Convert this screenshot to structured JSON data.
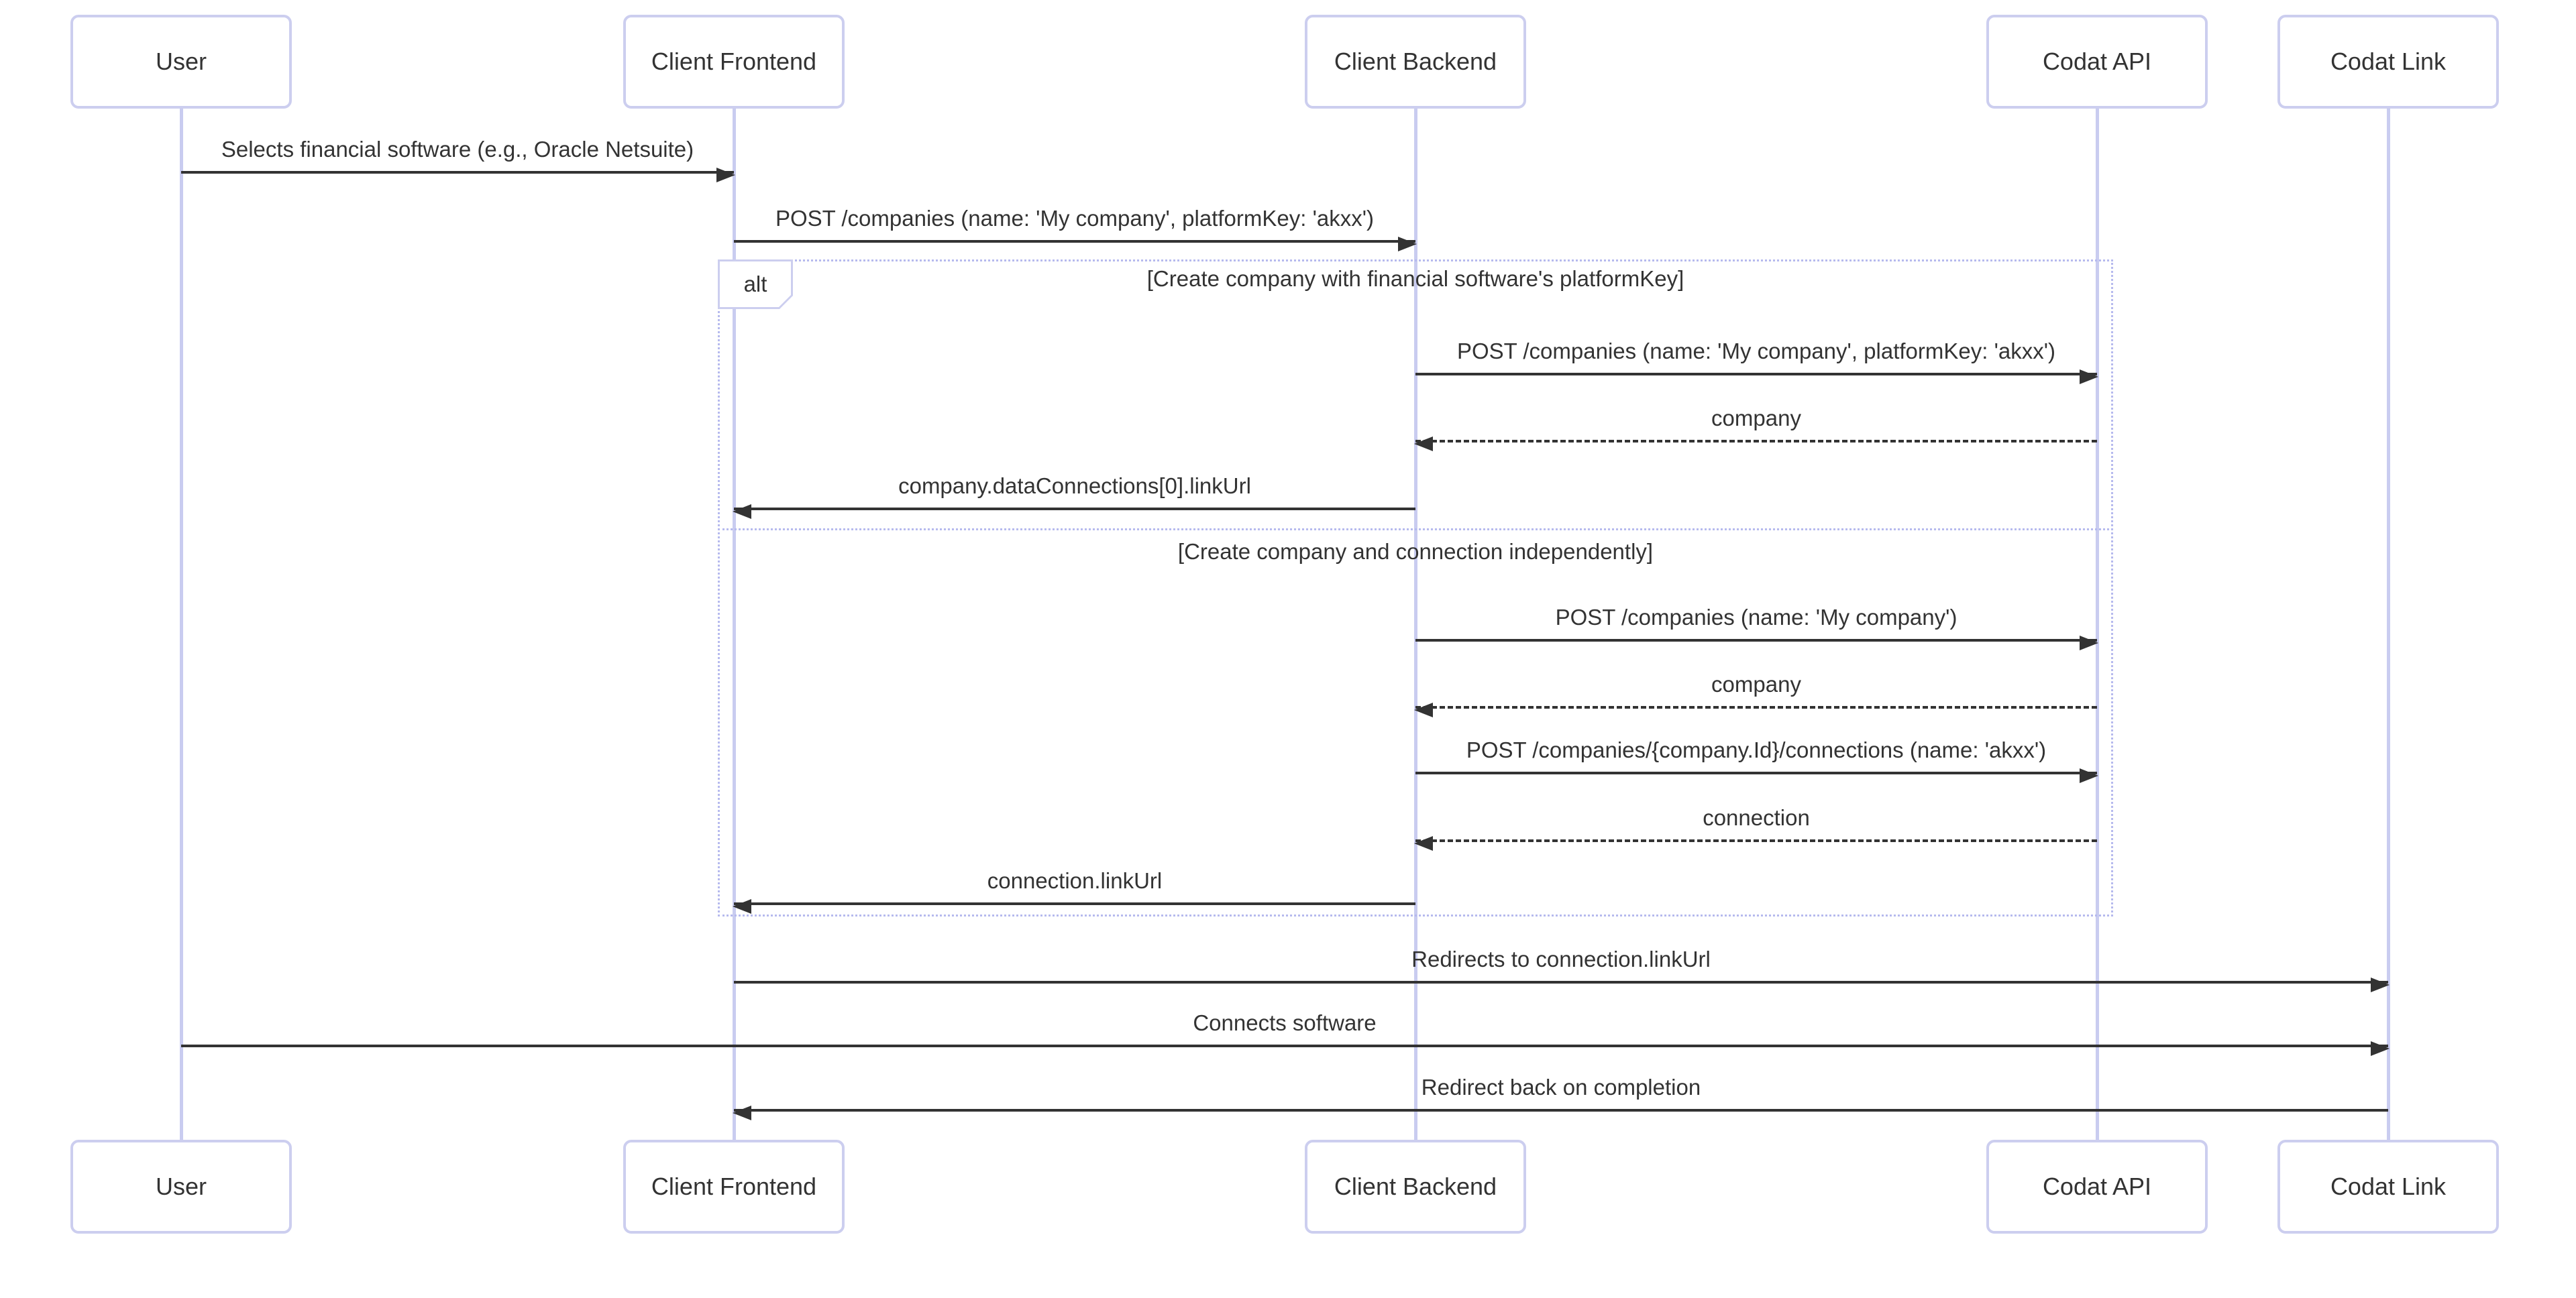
{
  "diagram": {
    "type": "sequence-diagram",
    "participants": [
      {
        "label": "User"
      },
      {
        "label": "Client Frontend"
      },
      {
        "label": "Client Backend"
      },
      {
        "label": "Codat API"
      },
      {
        "label": "Codat Link"
      }
    ],
    "alt_block": {
      "label": "alt",
      "conditions": [
        "[Create company with financial software's platformKey]",
        "[Create company and connection independently]"
      ]
    },
    "messages": [
      {
        "from": "User",
        "to": "Client Frontend",
        "line": "solid",
        "text": "Selects financial software (e.g., Oracle Netsuite)"
      },
      {
        "from": "Client Frontend",
        "to": "Client Backend",
        "line": "solid",
        "text": "POST /companies (name: 'My company', platformKey: 'akxx')"
      },
      {
        "from": "Client Backend",
        "to": "Codat API",
        "line": "solid",
        "text": "POST /companies (name: 'My company', platformKey: 'akxx')"
      },
      {
        "from": "Codat API",
        "to": "Client Backend",
        "line": "dashed",
        "text": "company"
      },
      {
        "from": "Client Backend",
        "to": "Client Frontend",
        "line": "solid",
        "text": "company.dataConnections[0].linkUrl"
      },
      {
        "from": "Client Backend",
        "to": "Codat API",
        "line": "solid",
        "text": "POST /companies (name: 'My company')"
      },
      {
        "from": "Codat API",
        "to": "Client Backend",
        "line": "dashed",
        "text": "company"
      },
      {
        "from": "Client Backend",
        "to": "Codat API",
        "line": "solid",
        "text": "POST /companies/{company.Id}/connections (name: 'akxx')"
      },
      {
        "from": "Codat API",
        "to": "Client Backend",
        "line": "dashed",
        "text": "connection"
      },
      {
        "from": "Client Backend",
        "to": "Client Frontend",
        "line": "solid",
        "text": "connection.linkUrl"
      },
      {
        "from": "Client Frontend",
        "to": "Codat Link",
        "line": "solid",
        "text": "Redirects to connection.linkUrl"
      },
      {
        "from": "User",
        "to": "Codat Link",
        "line": "solid",
        "text": "Connects software"
      },
      {
        "from": "Codat Link",
        "to": "Client Frontend",
        "line": "solid",
        "text": "Redirect back on completion"
      }
    ],
    "colors": {
      "background": "#ffffff",
      "actor_fill": "#ffffff",
      "actor_border": "#ccceef",
      "lifeline": "#c9ccf0",
      "alt_frame": "#b6baee",
      "text": "#333333",
      "arrow": "#333333"
    }
  }
}
